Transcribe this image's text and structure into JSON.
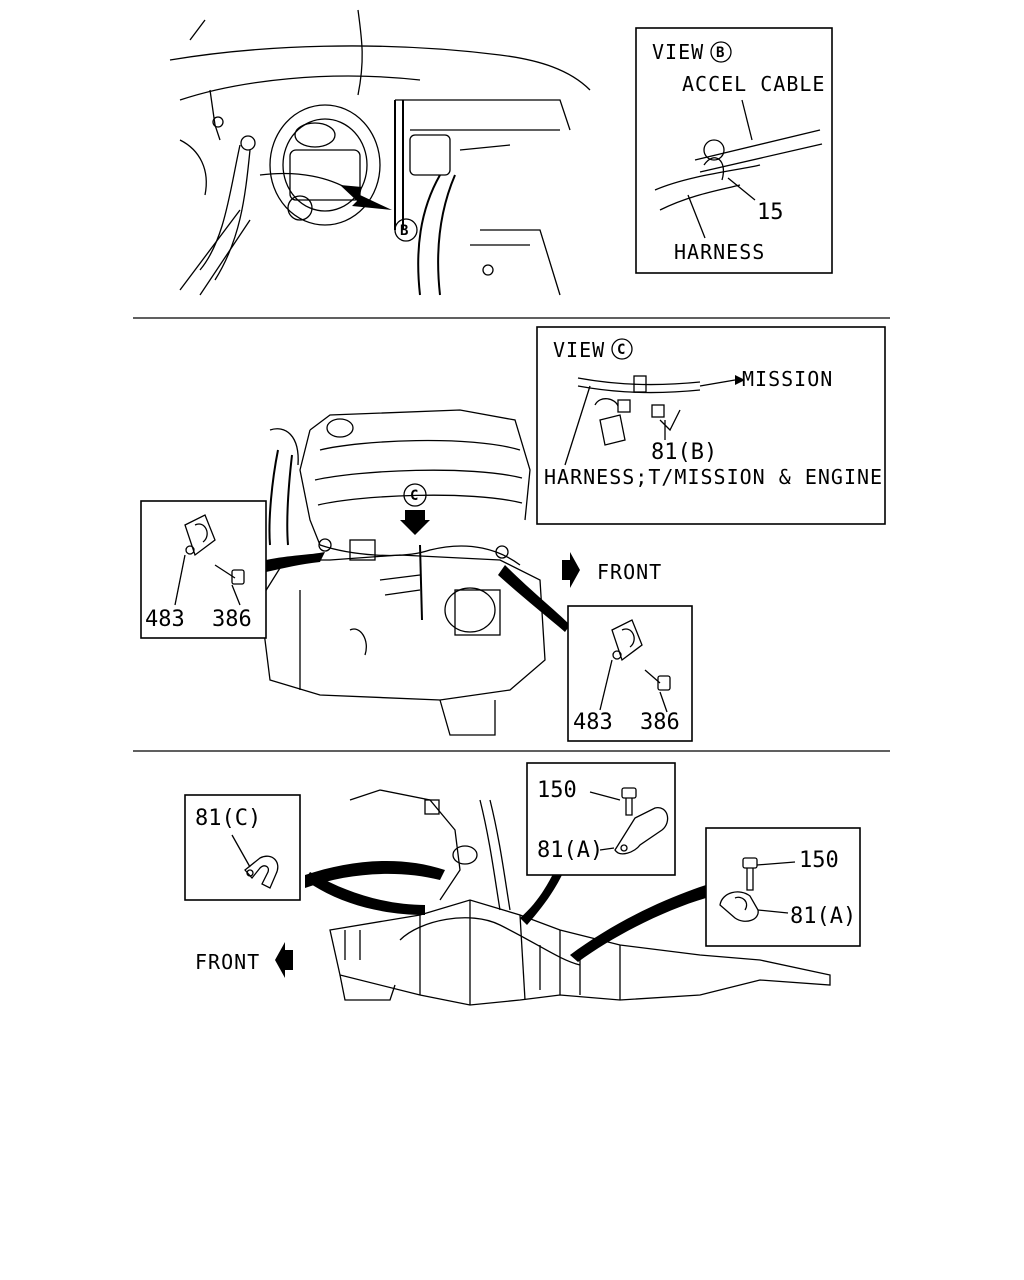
{
  "panel1": {
    "view_b": {
      "title": "VIEW",
      "marker": "B",
      "accel_cable": "ACCEL CABLE",
      "part_15": "15",
      "harness": "HARNESS"
    },
    "callout_b": "B"
  },
  "panel2": {
    "view_c": {
      "title": "VIEW",
      "marker": "C",
      "mission": "MISSION",
      "part_81b": "81(B)",
      "harness_label": "HARNESS;T/MISSION & ENGINE"
    },
    "callout_c": "C",
    "front": "FRONT",
    "left_detail": {
      "part_483": "483",
      "part_386": "386"
    },
    "right_detail": {
      "part_483": "483",
      "part_386": "386"
    }
  },
  "panel3": {
    "detail_81c": {
      "label": "81(C)"
    },
    "detail_top": {
      "part_150": "150",
      "part_81a": "81(A)"
    },
    "detail_right": {
      "part_150": "150",
      "part_81a": "81(A)"
    },
    "front": "FRONT"
  }
}
